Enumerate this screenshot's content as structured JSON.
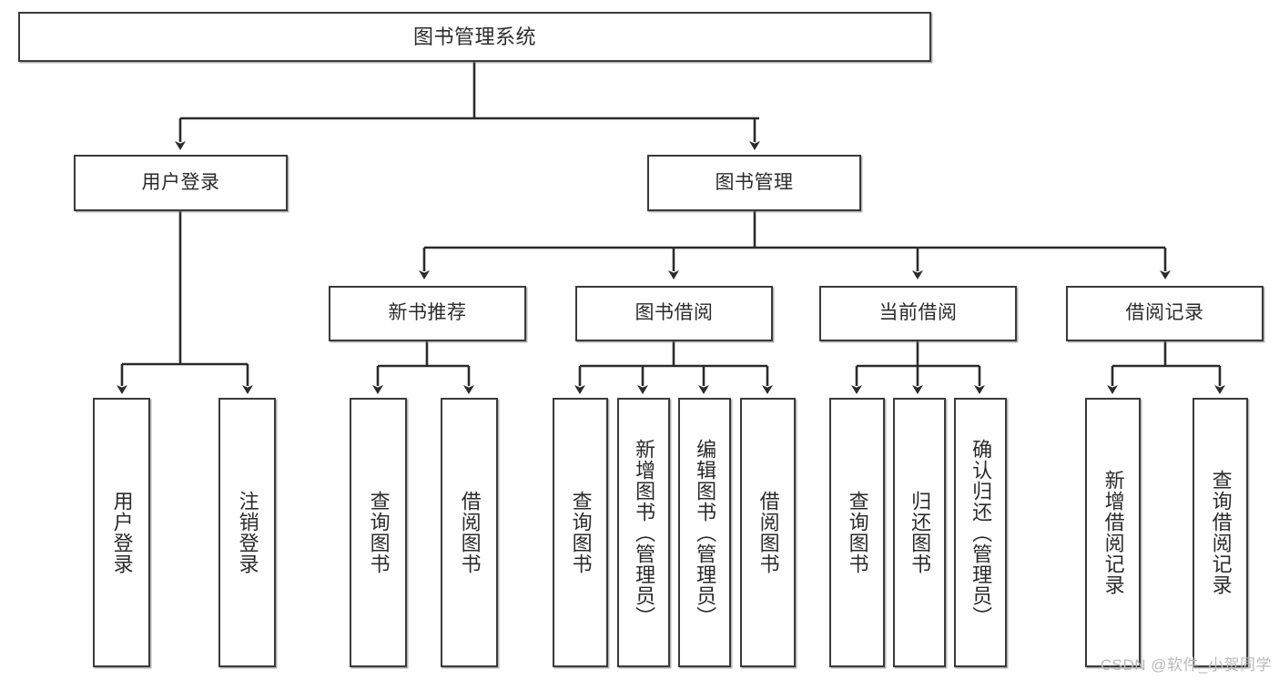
{
  "diagram": {
    "title": "图书管理系统",
    "type": "tree-hierarchy-diagram",
    "colors": {
      "box_border": "#3a3a3a",
      "box_fill": "#ffffff",
      "connector": "#2b2b2b",
      "watermark": "#b9b9b9",
      "background": "#ffffff"
    },
    "levels": {
      "root_label": "图书管理系统",
      "level1": [
        {
          "label": "用户登录"
        },
        {
          "label": "图书管理"
        }
      ],
      "level2": [
        {
          "label": "新书推荐"
        },
        {
          "label": "图书借阅"
        },
        {
          "label": "当前借阅"
        },
        {
          "label": "借阅记录"
        }
      ],
      "leaves": {
        "user_login": [
          {
            "label": "用户登录"
          },
          {
            "label": "注销登录"
          }
        ],
        "new_book_recommend": [
          {
            "label": "查询图书"
          },
          {
            "label": "借阅图书"
          }
        ],
        "book_borrow": [
          {
            "label": "查询图书"
          },
          {
            "label": "新增图书（管理员）"
          },
          {
            "label": "编辑图书（管理员）"
          },
          {
            "label": "借阅图书"
          }
        ],
        "current_borrow": [
          {
            "label": "查询图书"
          },
          {
            "label": "归还图书"
          },
          {
            "label": "确认归还（管理员）"
          }
        ],
        "borrow_record": [
          {
            "label": "新增借阅记录"
          },
          {
            "label": "查询借阅记录"
          }
        ]
      }
    },
    "watermark": "CSDN @软件_小贺同学"
  }
}
